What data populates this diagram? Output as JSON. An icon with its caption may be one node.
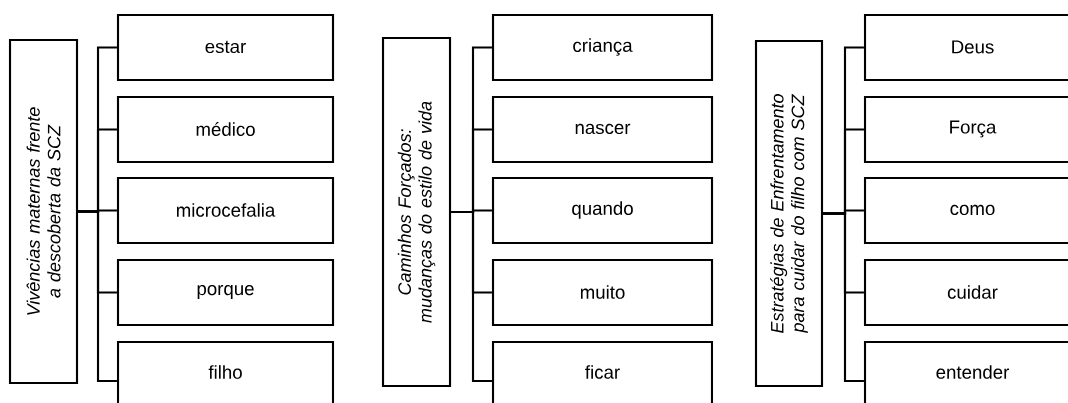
{
  "diagram": {
    "nodes": [
      {
        "text": [
          "Vivências maternas frente a descoberta da SCZ"
        ]
      },
      {
        "text": [
          "estar"
        ]
      },
      {
        "text": [
          "médico"
        ]
      },
      {
        "text": [
          "microcefalia"
        ]
      },
      {
        "text": [
          "porque"
        ]
      },
      {
        "text": [
          "filho"
        ]
      },
      {
        "text": [
          "Caminhos Forçados: mudanças do estilo de vida"
        ]
      },
      {
        "text": [
          "criança"
        ]
      },
      {
        "text": [
          "nascer"
        ]
      },
      {
        "text": [
          "quando"
        ]
      },
      {
        "text": [
          "muito"
        ]
      },
      {
        "text": [
          "ficar"
        ]
      },
      {
        "text": [
          "Estratégias de Enfrentamento para cuidar do filho com SCZ"
        ]
      },
      {
        "text": [
          "Deus"
        ]
      },
      {
        "text": [
          "Força"
        ]
      },
      {
        "text": [
          "como"
        ]
      },
      {
        "text": [
          "cuidar"
        ]
      },
      {
        "text": [
          "entender"
        ]
      }
    ],
    "edges": [
      {
        "from": 0,
        "to": 1,
        "arrow": "none"
      },
      {
        "from": 0,
        "to": 2,
        "arrow": "none"
      },
      {
        "from": 0,
        "to": 3,
        "arrow": "none"
      },
      {
        "from": 0,
        "to": 4,
        "arrow": "none"
      },
      {
        "from": 0,
        "to": 5,
        "arrow": "none"
      },
      {
        "from": 6,
        "to": 7,
        "arrow": "none"
      },
      {
        "from": 6,
        "to": 8,
        "arrow": "none"
      },
      {
        "from": 6,
        "to": 9,
        "arrow": "none"
      },
      {
        "from": 6,
        "to": 10,
        "arrow": "none"
      },
      {
        "from": 6,
        "to": 11,
        "arrow": "none"
      },
      {
        "from": 12,
        "to": 13,
        "arrow": "none"
      },
      {
        "from": 12,
        "to": 14,
        "arrow": "none"
      },
      {
        "from": 12,
        "to": 15,
        "arrow": "none"
      },
      {
        "from": 12,
        "to": 16,
        "arrow": "none"
      },
      {
        "from": 12,
        "to": 17,
        "arrow": "none"
      }
    ]
  }
}
